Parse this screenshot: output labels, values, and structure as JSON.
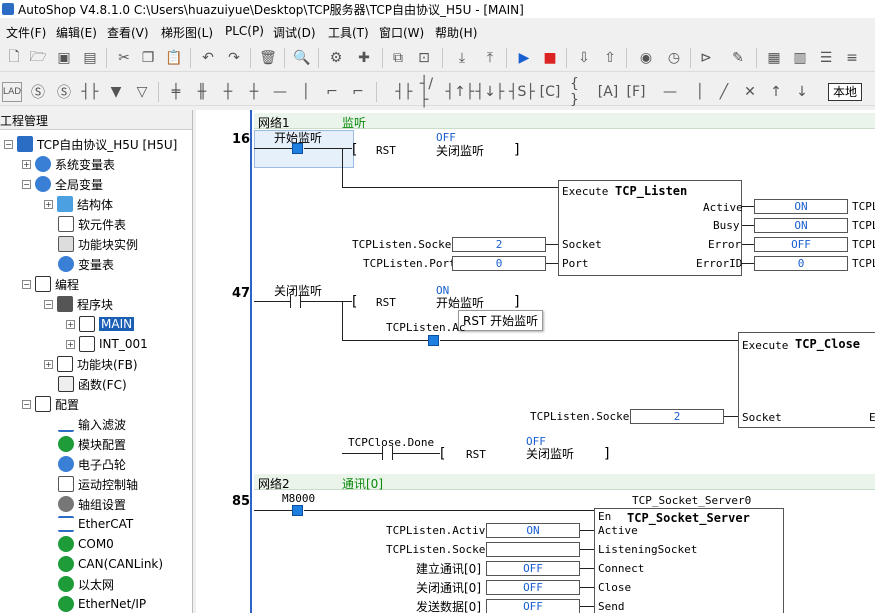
{
  "window": {
    "title": "AutoShop V4.8.1.0  C:\\Users\\huazuiyue\\Desktop\\TCP服务器\\TCP自由协议_H5U - [MAIN]"
  },
  "menu": [
    "文件(F)",
    "编辑(E)",
    "查看(V)",
    "梯形图(L)",
    "PLC(P)",
    "调试(D)",
    "工具(T)",
    "窗口(W)",
    "帮助(H)"
  ],
  "toolbar2": {
    "local_label": "本地"
  },
  "tree": {
    "header": "工程管理",
    "items": [
      {
        "label": "TCP自由协议_H5U [H5U]"
      },
      {
        "label": "系统变量表"
      },
      {
        "label": "全局变量"
      },
      {
        "label": "结构体"
      },
      {
        "label": "软元件表"
      },
      {
        "label": "功能块实例"
      },
      {
        "label": "变量表"
      },
      {
        "label": "编程"
      },
      {
        "label": "程序块"
      },
      {
        "label": "MAIN"
      },
      {
        "label": "INT_001"
      },
      {
        "label": "功能块(FB)"
      },
      {
        "label": "函数(FC)"
      },
      {
        "label": "配置"
      },
      {
        "label": "输入滤波"
      },
      {
        "label": "模块配置"
      },
      {
        "label": "电子凸轮"
      },
      {
        "label": "运动控制轴"
      },
      {
        "label": "轴组设置"
      },
      {
        "label": "EtherCAT"
      },
      {
        "label": "COM0"
      },
      {
        "label": "CAN(CANLink)"
      },
      {
        "label": "以太网"
      },
      {
        "label": "EtherNet/IP"
      }
    ]
  },
  "ladder": {
    "net1": {
      "name": "网络1",
      "comment": "监听"
    },
    "net2": {
      "name": "网络2",
      "comment": "通讯[0]"
    },
    "rungs": {
      "r16": "16",
      "r47": "47",
      "r85": "85"
    },
    "r16": {
      "contact": "开始监听",
      "coil_state": "OFF",
      "coil_op": "RST",
      "coil_var": "关闭监听",
      "fb_title": "TCP_Listen",
      "fb_in_execute": "Execute",
      "fb_in_socket": "Socket",
      "fb_in_port": "Port",
      "fb_out_active": "Active",
      "fb_out_busy": "Busy",
      "fb_out_error": "Error",
      "fb_out_errorid": "ErrorID",
      "socket_var": "TCPListen.Socket",
      "socket_val": "2",
      "port_var": "TCPListen.Port",
      "port_val": "0",
      "active_val": "ON",
      "busy_val": "ON",
      "error_val": "OFF",
      "errorid_val": "0",
      "out_prefix": "TCPL"
    },
    "r47": {
      "contact": "关闭监听",
      "coil_state": "ON",
      "coil_op": "RST",
      "coil_var": "开始监听",
      "tooltip": "RST 开始监听",
      "active_var": "TCPListen.Ac",
      "fb_title": "TCP_Close",
      "fb_in_execute": "Execute",
      "fb_in_socket": "Socket",
      "socket_var": "TCPListen.Socket",
      "socket_val": "2",
      "fb_out_e": "E",
      "done_contact": "TCPClose.Done",
      "coil2_state": "OFF",
      "coil2_op": "RST",
      "coil2_var": "关闭监听"
    },
    "r85": {
      "contact": "M8000",
      "fb_instance": "TCP_Socket_Server0",
      "fb_title": "TCP_Socket_Server",
      "fb_en": "En",
      "pins": [
        {
          "var": "TCPListen.Active",
          "val": "ON",
          "pin": "Active"
        },
        {
          "var": "TCPListen.Socket",
          "val": "",
          "pin": "ListeningSocket"
        },
        {
          "var": "建立通讯[0]",
          "val": "OFF",
          "pin": "Connect"
        },
        {
          "var": "关闭通讯[0]",
          "val": "OFF",
          "pin": "Close"
        },
        {
          "var": "发送数据[0]",
          "val": "OFF",
          "pin": "Send"
        }
      ]
    }
  }
}
